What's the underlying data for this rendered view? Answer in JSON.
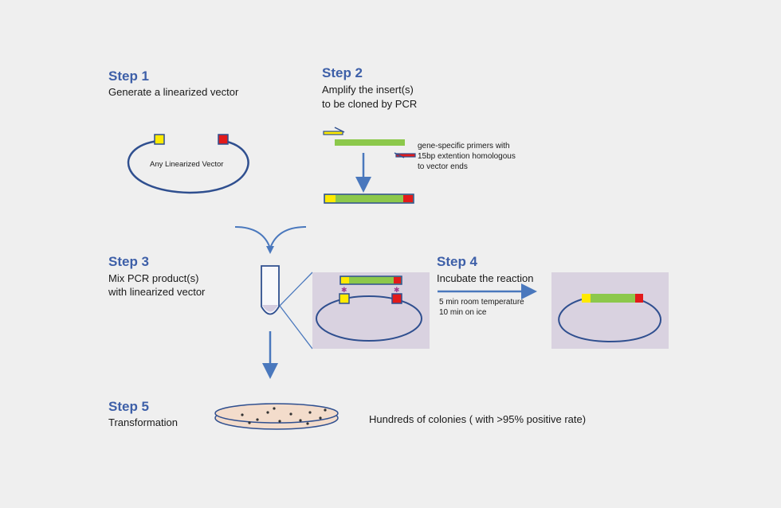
{
  "colors": {
    "background": "#efefef",
    "step_title": "#3d5fa8",
    "vector_line": "#2f4f8f",
    "arrow": "#4a78bd",
    "insert_green": "#8cc84b",
    "end_yellow": "#ffea00",
    "end_red": "#e21b1b",
    "panel": "#d9d2e0",
    "plate_fill": "#f3dccb"
  },
  "step1": {
    "title": "Step 1",
    "subtitle": "Generate a linearized vector",
    "vector_label": "Any Linearized Vector"
  },
  "step2": {
    "title": "Step 2",
    "subtitle_line1": "Amplify the insert(s)",
    "subtitle_line2": "to be cloned by PCR",
    "primer_note_line1": "gene-specific primers with",
    "primer_note_line2": "15bp extention homologous",
    "primer_note_line3": "to vector ends"
  },
  "step3": {
    "title": "Step 3",
    "subtitle_line1": "Mix PCR product(s)",
    "subtitle_line2": "with linearized vector"
  },
  "step4": {
    "title": "Step 4",
    "subtitle": "Incubate the reaction",
    "condition_line1": "5 min room temperature",
    "condition_line2": "10 min on ice"
  },
  "step5": {
    "title": "Step 5",
    "subtitle": "Transformation",
    "result": "Hundreds of colonies ( with >95% positive rate)"
  },
  "icons": [
    "vector-circle-icon",
    "primer-arrow-icon",
    "pcr-tube-icon",
    "agar-plate-icon",
    "down-arrow-icon",
    "right-arrow-icon"
  ]
}
